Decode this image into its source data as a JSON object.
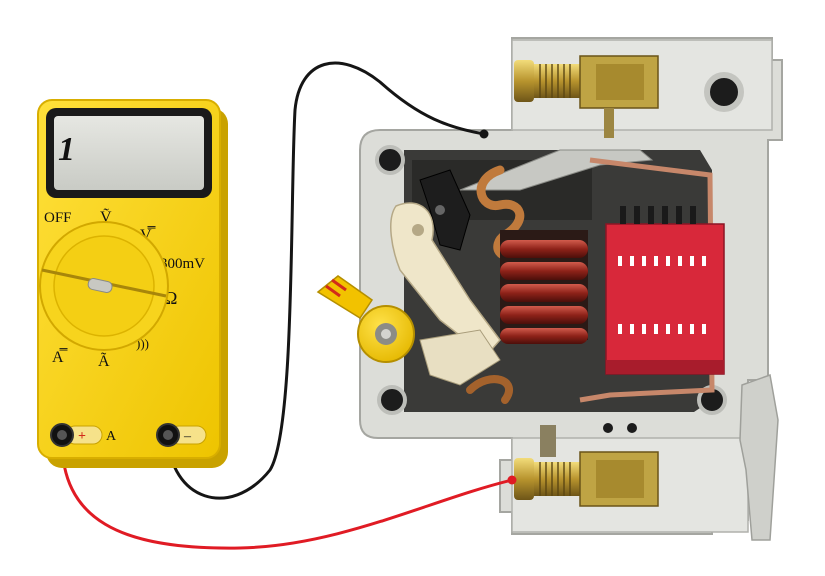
{
  "multimeter": {
    "display": "1",
    "dial_labels": {
      "off": "OFF",
      "v_ac": "Ṽ",
      "v_dc": "V̿",
      "mv": "300mV",
      "ohm": "Ω",
      "continuity": ")))",
      "a_ac": "Ã",
      "a_dc": "A̿"
    },
    "terminal_plus": "+",
    "terminal_amp": "A",
    "terminal_minus": "–",
    "colors": {
      "body": "#f6d21a",
      "lcd": "#dadbd6",
      "ring": "#e2b800"
    }
  },
  "wires": {
    "black": {
      "color": "#151515"
    },
    "red": {
      "color": "#e01b24"
    }
  },
  "breaker": {
    "colors": {
      "housing": "#e3e4e0",
      "coil": "#9a2a23",
      "arc_chute": "#d8283a",
      "lever": "#f2c200"
    }
  }
}
